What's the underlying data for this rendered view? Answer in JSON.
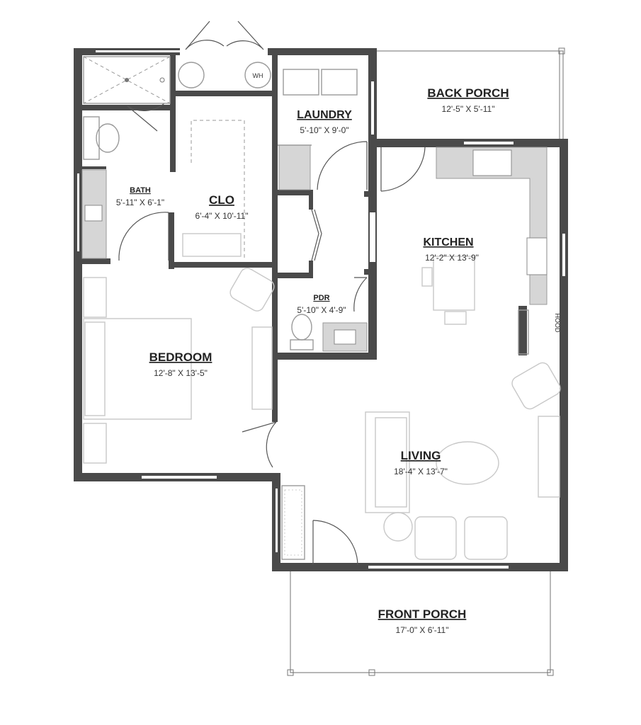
{
  "rooms": {
    "back_porch": {
      "name": "BACK PORCH",
      "dim": "12'-5\" X 5'-11\""
    },
    "laundry": {
      "name": "LAUNDRY",
      "dim": "5'-10\" X 9'-0\""
    },
    "bath": {
      "name": "BATH",
      "dim": "5'-11\" X 6'-1\""
    },
    "clo": {
      "name": "CLO",
      "dim": "6'-4\" X 10'-11\""
    },
    "kitchen": {
      "name": "KITCHEN",
      "dim": "12'-2\" X 13'-9\""
    },
    "pdr": {
      "name": "PDR",
      "dim": "5'-10\" X 4'-9\""
    },
    "bedroom": {
      "name": "BEDROOM",
      "dim": "12'-8\" X 13'-5\""
    },
    "living": {
      "name": "LIVING",
      "dim": "18'-4\" X 13'-7\""
    },
    "front_porch": {
      "name": "FRONT PORCH",
      "dim": "17'-0\" X 6'-11\""
    }
  },
  "tags": {
    "water_heater": "WH",
    "hood": "HOOD"
  }
}
